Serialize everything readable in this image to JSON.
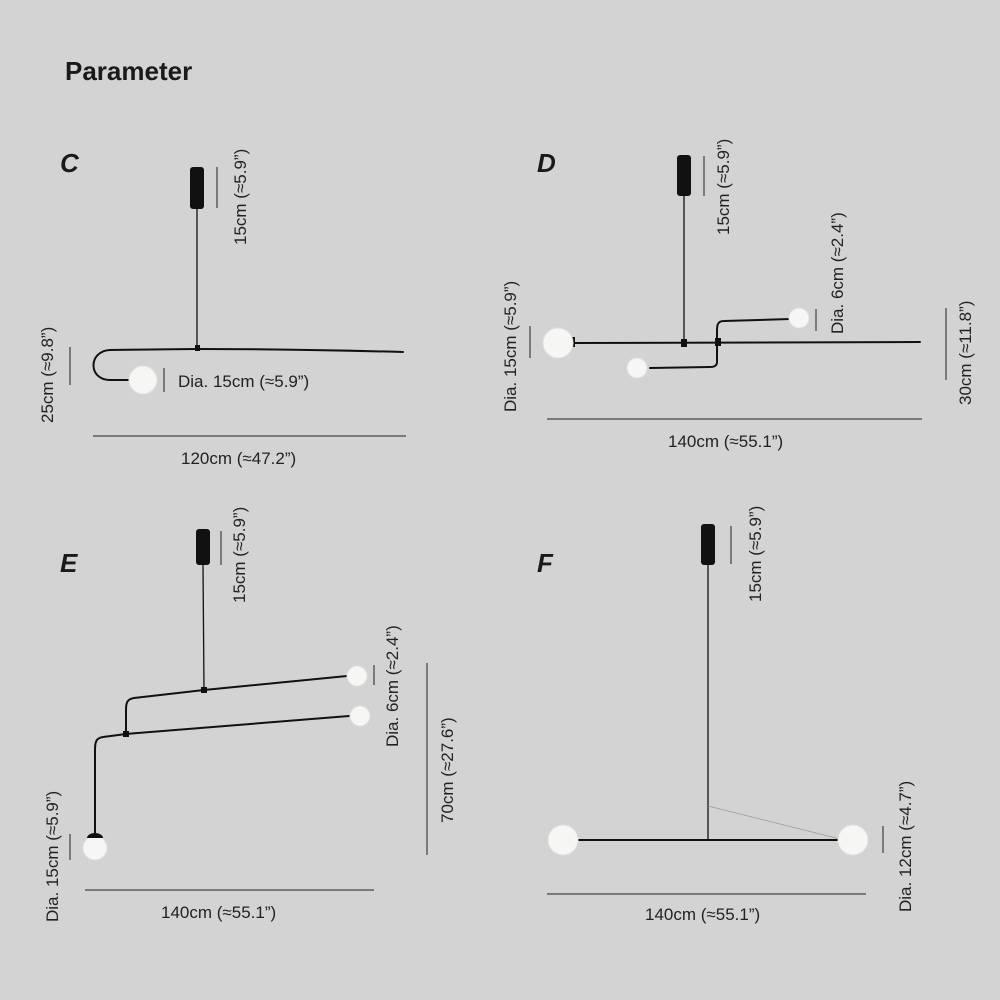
{
  "page": {
    "title": "Parameter"
  },
  "variants": {
    "c": {
      "label": "C",
      "canopy_height": "15cm (≈5.9”)",
      "drop": "25cm (≈9.8”)",
      "globe_diameter": "Dia. 15cm (≈5.9”)",
      "width": "120cm (≈47.2”)"
    },
    "d": {
      "label": "D",
      "canopy_height": "15cm (≈5.9”)",
      "large_globe_diameter": "Dia. 15cm (≈5.9”)",
      "small_globe_diameter": "Dia. 6cm (≈2.4”)",
      "height": "30cm (≈11.8”)",
      "width": "140cm (≈55.1”)"
    },
    "e": {
      "label": "E",
      "canopy_height": "15cm (≈5.9”)",
      "small_globe_diameter": "Dia. 6cm (≈2.4”)",
      "height": "70cm (≈27.6”)",
      "large_globe_diameter": "Dia. 15cm (≈5.9”)",
      "width": "140cm (≈55.1”)"
    },
    "f": {
      "label": "F",
      "canopy_height": "15cm (≈5.9”)",
      "globe_diameter": "Dia. 12cm (≈4.7”)",
      "width": "140cm (≈55.1”)"
    }
  },
  "colors": {
    "background": "#d3d3d3",
    "rod": "#111111",
    "globe": "#f6f6f4",
    "text": "#222222"
  }
}
